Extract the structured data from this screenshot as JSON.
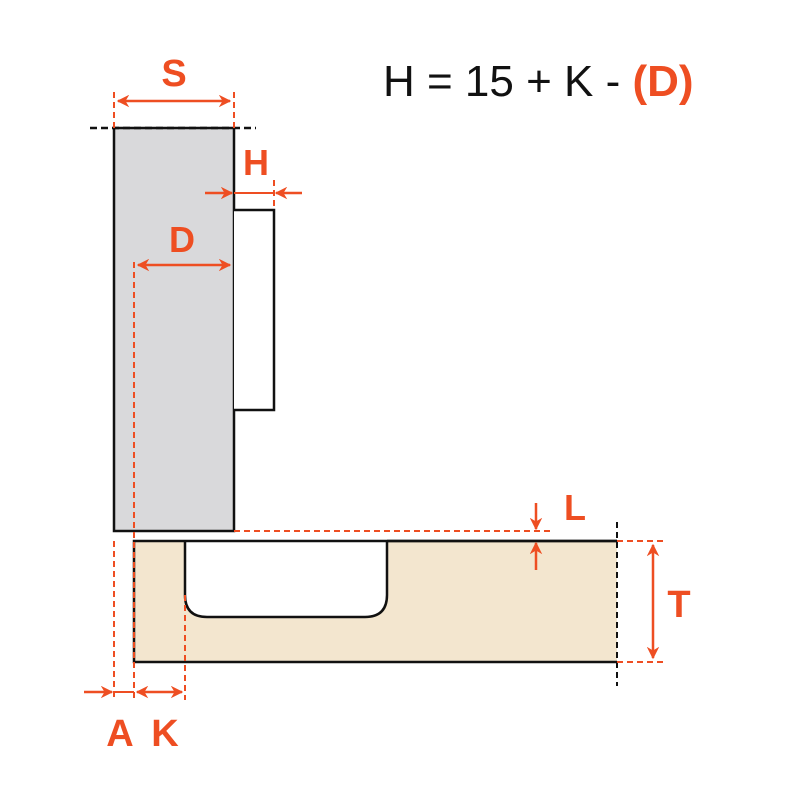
{
  "formula": {
    "lhs": "H = 15 + K - ",
    "highlight": "(D)"
  },
  "labels": {
    "S": "S",
    "H": "H",
    "D": "D",
    "L": "L",
    "T": "T",
    "A": "A",
    "K": "K"
  },
  "colors": {
    "accent": "#EE4E22",
    "door_fill": "#D9D9DB",
    "cabinet_fill": "#F3E6CF",
    "outline": "#111111",
    "background": "#FFFFFF"
  }
}
